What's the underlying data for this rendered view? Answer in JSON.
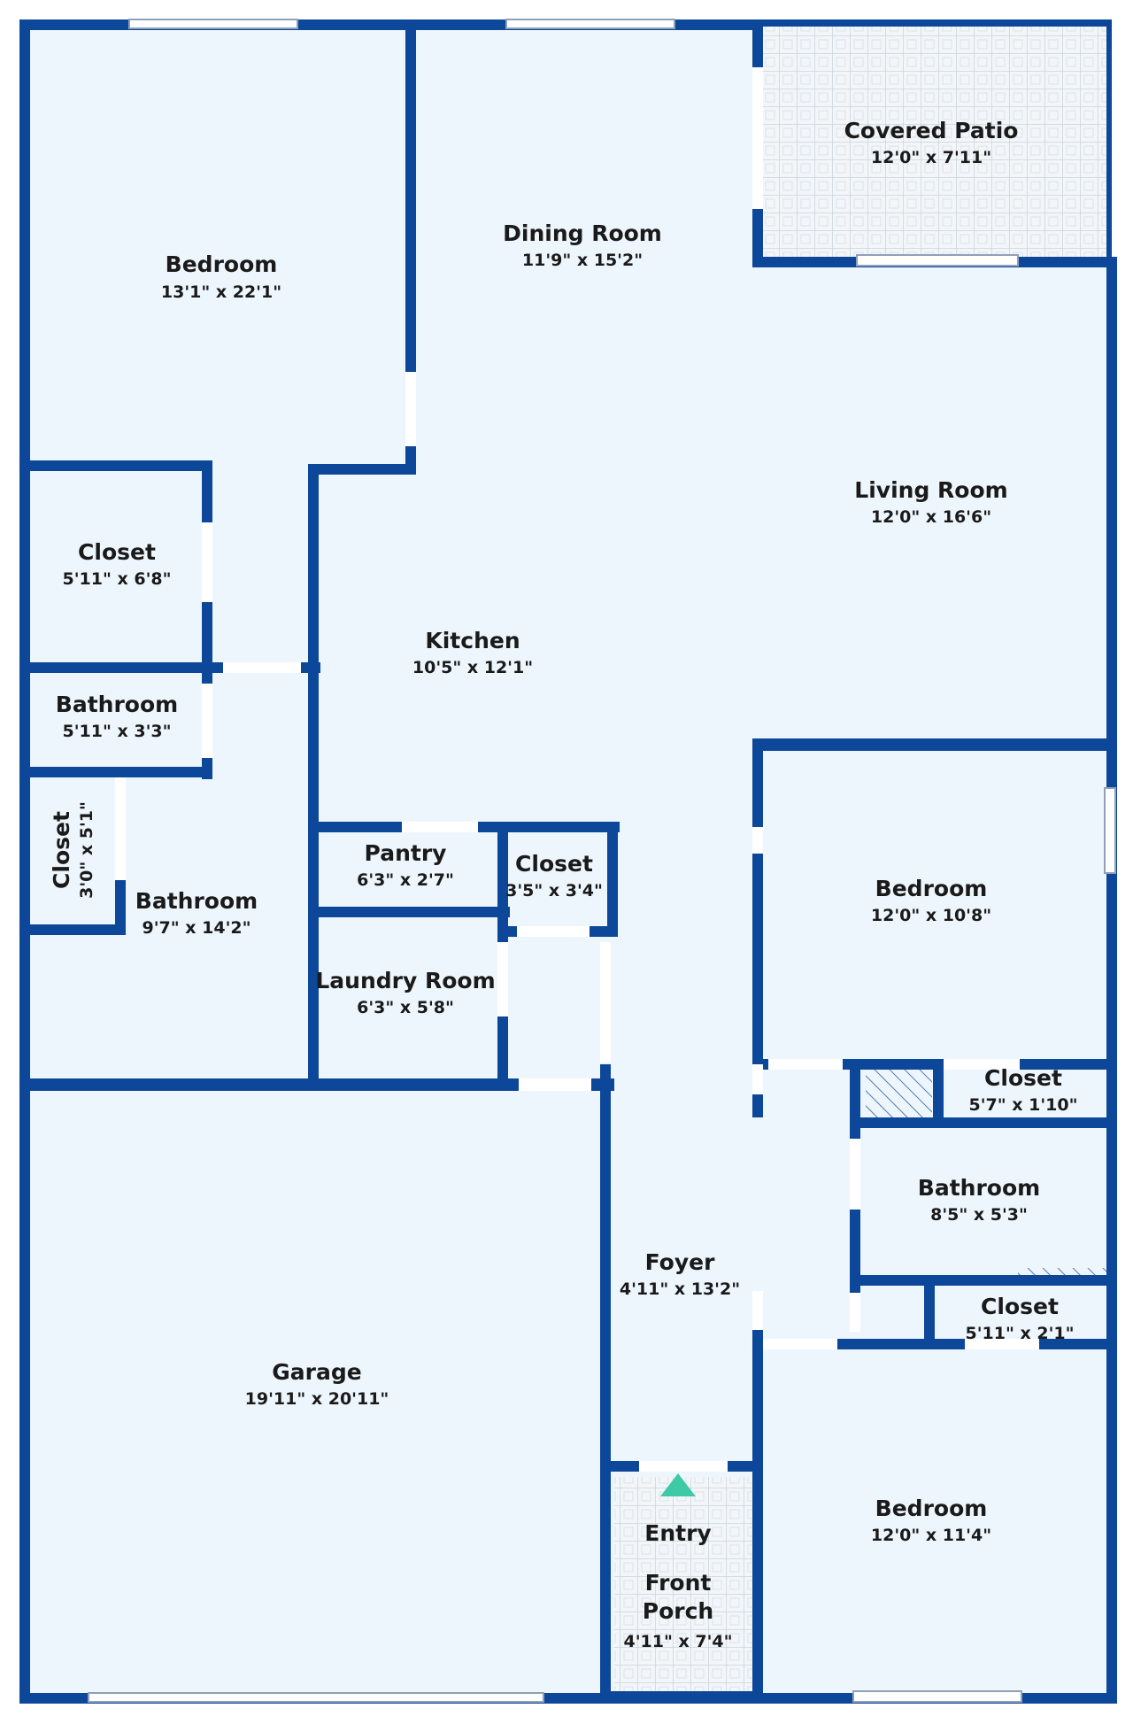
{
  "colors": {
    "wall": "#0d4799",
    "floor": "#eef6fd",
    "tile_line": "#c9d3de",
    "entry_marker": "#3ec9a7"
  },
  "rooms": {
    "bedroom_nw": {
      "name": "Bedroom",
      "dim": "13'1\" x 22'1\""
    },
    "closet_w1": {
      "name": "Closet",
      "dim": "5'11\" x 6'8\""
    },
    "bathroom_w1": {
      "name": "Bathroom",
      "dim": "5'11\" x 3'3\""
    },
    "closet_w2": {
      "name": "Closet",
      "dim": "3'0\" x 5'1\""
    },
    "bathroom_w2": {
      "name": "Bathroom",
      "dim": "9'7\" x 14'2\""
    },
    "dining": {
      "name": "Dining Room",
      "dim": "11'9\" x 15'2\""
    },
    "patio": {
      "name": "Covered Patio",
      "dim": "12'0\" x 7'11\""
    },
    "living": {
      "name": "Living Room",
      "dim": "12'0\" x 16'6\""
    },
    "kitchen": {
      "name": "Kitchen",
      "dim": "10'5\" x 12'1\""
    },
    "pantry": {
      "name": "Pantry",
      "dim": "6'3\" x 2'7\""
    },
    "closet_c": {
      "name": "Closet",
      "dim": "3'5\" x 3'4\""
    },
    "laundry": {
      "name": "Laundry Room",
      "dim": "6'3\" x 5'8\""
    },
    "bedroom_e1": {
      "name": "Bedroom",
      "dim": "12'0\" x 10'8\""
    },
    "closet_e1": {
      "name": "Closet",
      "dim": "5'7\" x 1'10\""
    },
    "bathroom_e": {
      "name": "Bathroom",
      "dim": "8'5\" x 5'3\""
    },
    "closet_e2": {
      "name": "Closet",
      "dim": "5'11\" x 2'1\""
    },
    "foyer": {
      "name": "Foyer",
      "dim": "4'11\" x 13'2\""
    },
    "garage": {
      "name": "Garage",
      "dim": "19'11\" x 20'11\""
    },
    "bedroom_se": {
      "name": "Bedroom",
      "dim": "12'0\" x 11'4\""
    },
    "entry": {
      "name": "Entry"
    },
    "porch": {
      "name1": "Front",
      "name2": "Porch",
      "dim": "4'11\" x 7'4\""
    }
  },
  "icons": {
    "entry_marker": "entry-triangle-icon",
    "shower": "shower-hatch-icon"
  }
}
